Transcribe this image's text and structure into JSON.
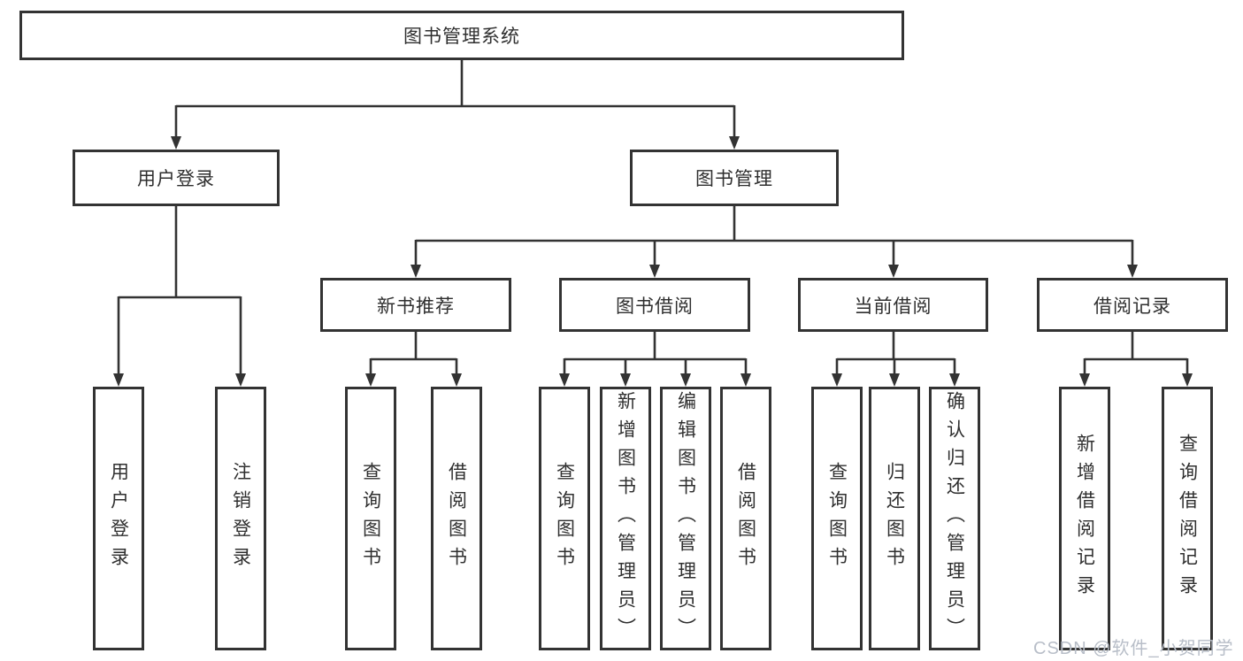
{
  "colors": {
    "line": "#333333",
    "box_border": "#333333",
    "text": "#2f2f2f",
    "background": "#ffffff",
    "watermark": "#b8bec8"
  },
  "tree": {
    "label": "图书管理系统",
    "children": [
      {
        "label": "用户登录",
        "children": [
          {
            "label": "用户登录"
          },
          {
            "label": "注销登录"
          }
        ]
      },
      {
        "label": "图书管理",
        "children": [
          {
            "label": "新书推荐",
            "children": [
              {
                "label": "查询图书"
              },
              {
                "label": "借阅图书"
              }
            ]
          },
          {
            "label": "图书借阅",
            "children": [
              {
                "label": "查询图书"
              },
              {
                "label": "新增图书（管理员）"
              },
              {
                "label": "编辑图书（管理员）"
              },
              {
                "label": "借阅图书"
              }
            ]
          },
          {
            "label": "当前借阅",
            "children": [
              {
                "label": "查询图书"
              },
              {
                "label": "归还图书"
              },
              {
                "label": "确认归还（管理员）"
              }
            ]
          },
          {
            "label": "借阅记录",
            "children": [
              {
                "label": "新增借阅记录"
              },
              {
                "label": "查询借阅记录"
              }
            ]
          }
        ]
      }
    ]
  },
  "watermark": {
    "text": "CSDN @软件_小贺同学"
  }
}
